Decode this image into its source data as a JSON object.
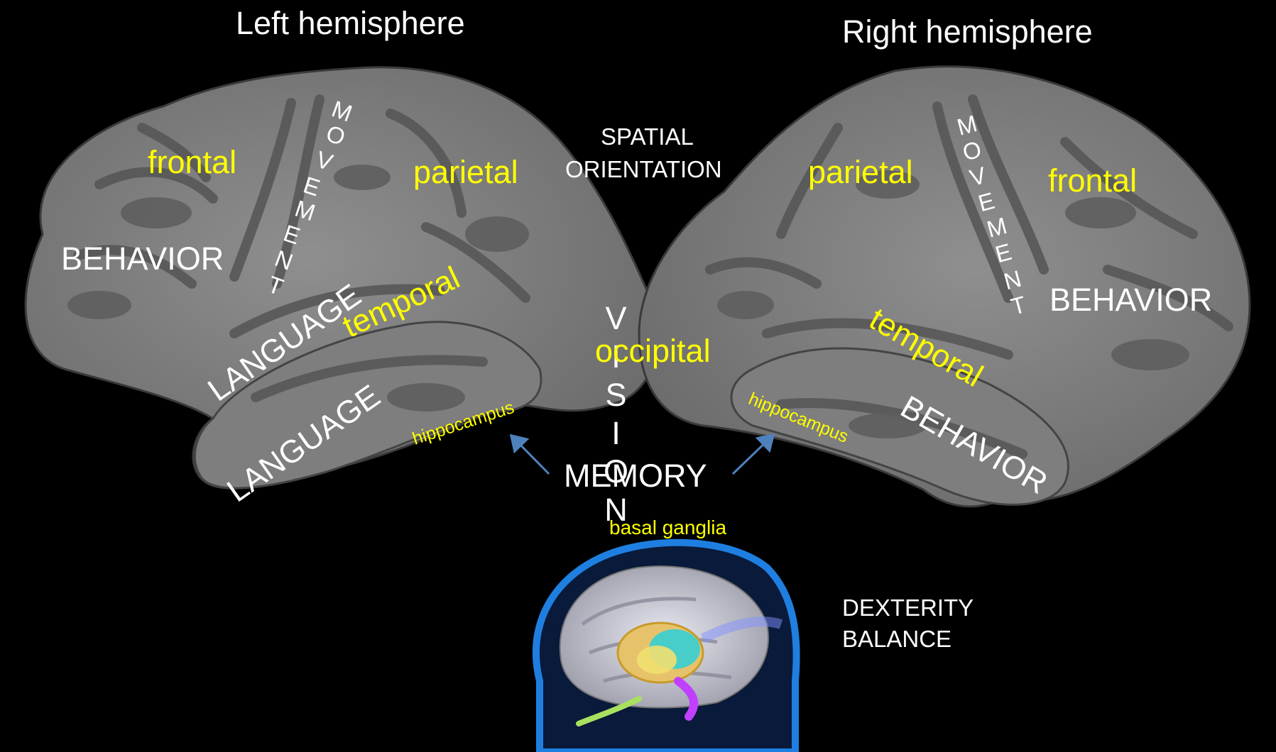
{
  "titles": {
    "left": "Left hemisphere",
    "right": "Right hemisphere"
  },
  "left": {
    "frontal": "frontal",
    "parietal": "parietal",
    "temporal": "temporal",
    "hippocampus": "hippocampus",
    "behavior": "BEHAVIOR",
    "language_upper": "LANGUAGE",
    "language_lower": "LANGUAGE",
    "movement_letters": [
      "M",
      "O",
      "V",
      "E",
      "M",
      "E",
      "N",
      "T"
    ]
  },
  "right": {
    "frontal": "frontal",
    "parietal": "parietal",
    "temporal": "temporal",
    "hippocampus": "hippocampus",
    "behavior_upper": "BEHAVIOR",
    "behavior_lower": "BEHAVIOR",
    "movement_letters": [
      "M",
      "O",
      "V",
      "E",
      "M",
      "E",
      "N",
      "T"
    ]
  },
  "center": {
    "spatial_line1": "SPATIAL",
    "spatial_line2": "ORIENTATION",
    "occipital": "occipital",
    "vision_letters": [
      "V",
      "I",
      "S",
      "I",
      "O",
      "N"
    ],
    "memory": "MEMORY",
    "basal_ganglia": "basal ganglia",
    "dexterity": "DEXTERITY",
    "balance": "BALANCE"
  },
  "colors": {
    "background": "#000000",
    "region_label": "#ffff00",
    "function_label": "#ffffff",
    "arrow": "#4f81bd",
    "cortex_light": "#8a8a8a",
    "cortex_dark": "#5d5d5d",
    "head_outline": "#1e7fe0"
  }
}
